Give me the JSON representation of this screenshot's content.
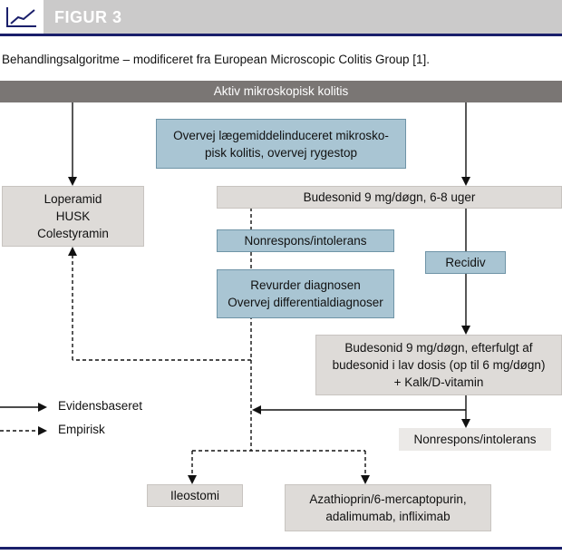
{
  "header": {
    "figure_label": "FIGUR 3",
    "icon": "line-chart-icon",
    "bar_color": "#cbcaca",
    "rule_color": "#1a1f6b"
  },
  "caption": "Behandlingsalgoritme – modificeret fra European Microscopic Colitis Group [1].",
  "band_label": "Aktiv mikroskopisk kolitis",
  "boxes": {
    "monitor": [
      "Overvej lægemiddelinduceret mikrosko-",
      "pisk kolitis, overvej rygestop"
    ],
    "loperamid": [
      "Loperamid",
      "HUSK",
      "Colestyramin"
    ],
    "budesonid_initial": [
      "Budesonid 9 mg/døgn, 6-8 uger"
    ],
    "nonrespons_1": [
      "Nonrespons/intolerans"
    ],
    "recidiv": [
      "Recidiv"
    ],
    "revurder": [
      "Revurder diagnosen",
      "Overvej differentialdiagnoser"
    ],
    "budesonid_maintenance": [
      "Budesonid 9 mg/døgn, efterfulgt af",
      "budesonid i lav dosis (op til 6 mg/døgn)",
      "+ Kalk/D-vitamin"
    ],
    "nonrespons_2": [
      "Nonrespons/intolerans"
    ],
    "ileostomi": [
      "Ileostomi"
    ],
    "azathioprin": [
      "Azathioprin/6-mercaptopurin,",
      "adalimumab, infliximab"
    ]
  },
  "legend": {
    "evidence": "Evidensbaseret",
    "empirical": "Empirisk"
  },
  "colors": {
    "grey_box": "#dedbd8",
    "blue_box": "#a9c5d3",
    "band": "#7a7674"
  }
}
